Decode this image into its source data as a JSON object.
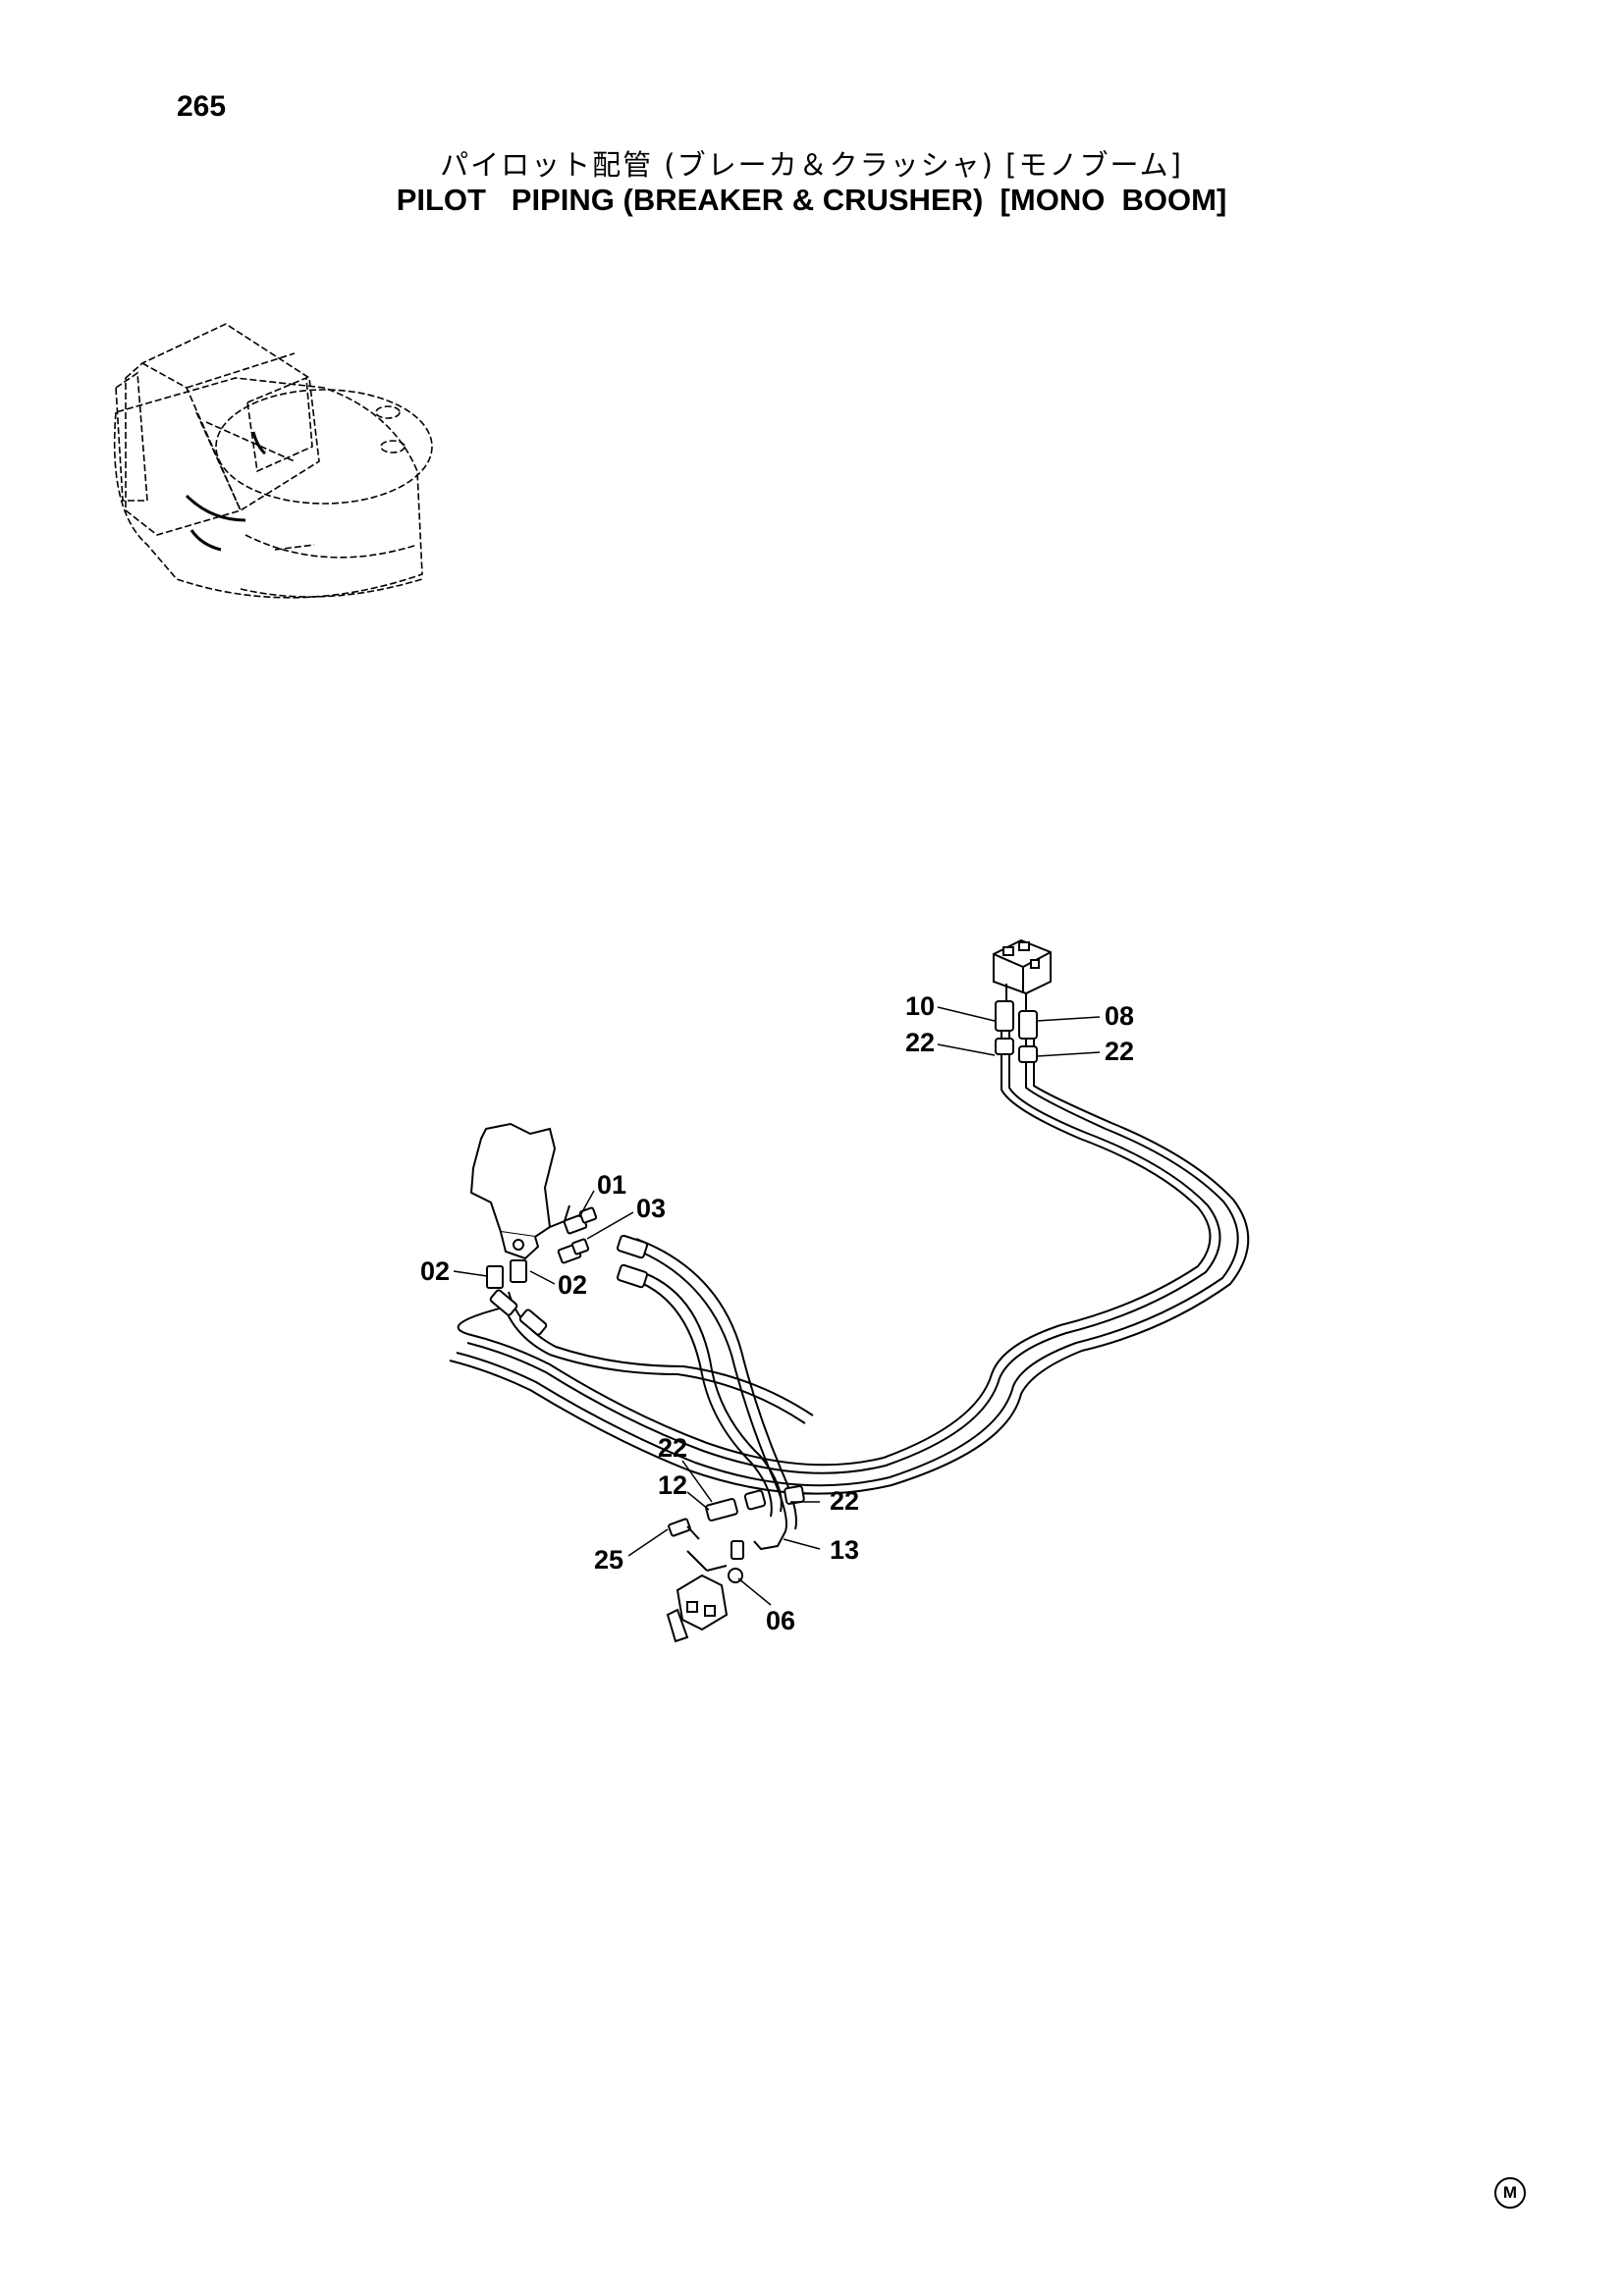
{
  "page_number": "265",
  "title_jp": "パイロット配管 (ブレーカ＆クラッシャ) [モノブーム]",
  "title_en": "PILOT   PIPING (BREAKER & CRUSHER)  [MONO  BOOM]",
  "callouts": {
    "c10": "10",
    "c08": "08",
    "c22_top_left": "22",
    "c22_top_right": "22",
    "c01": "01",
    "c03": "03",
    "c02_left": "02",
    "c02_mid": "02",
    "c22_bottom_a": "22",
    "c12": "12",
    "c22_bottom_b": "22",
    "c25": "25",
    "c13": "13",
    "c06": "06"
  },
  "corner_mark": "M"
}
